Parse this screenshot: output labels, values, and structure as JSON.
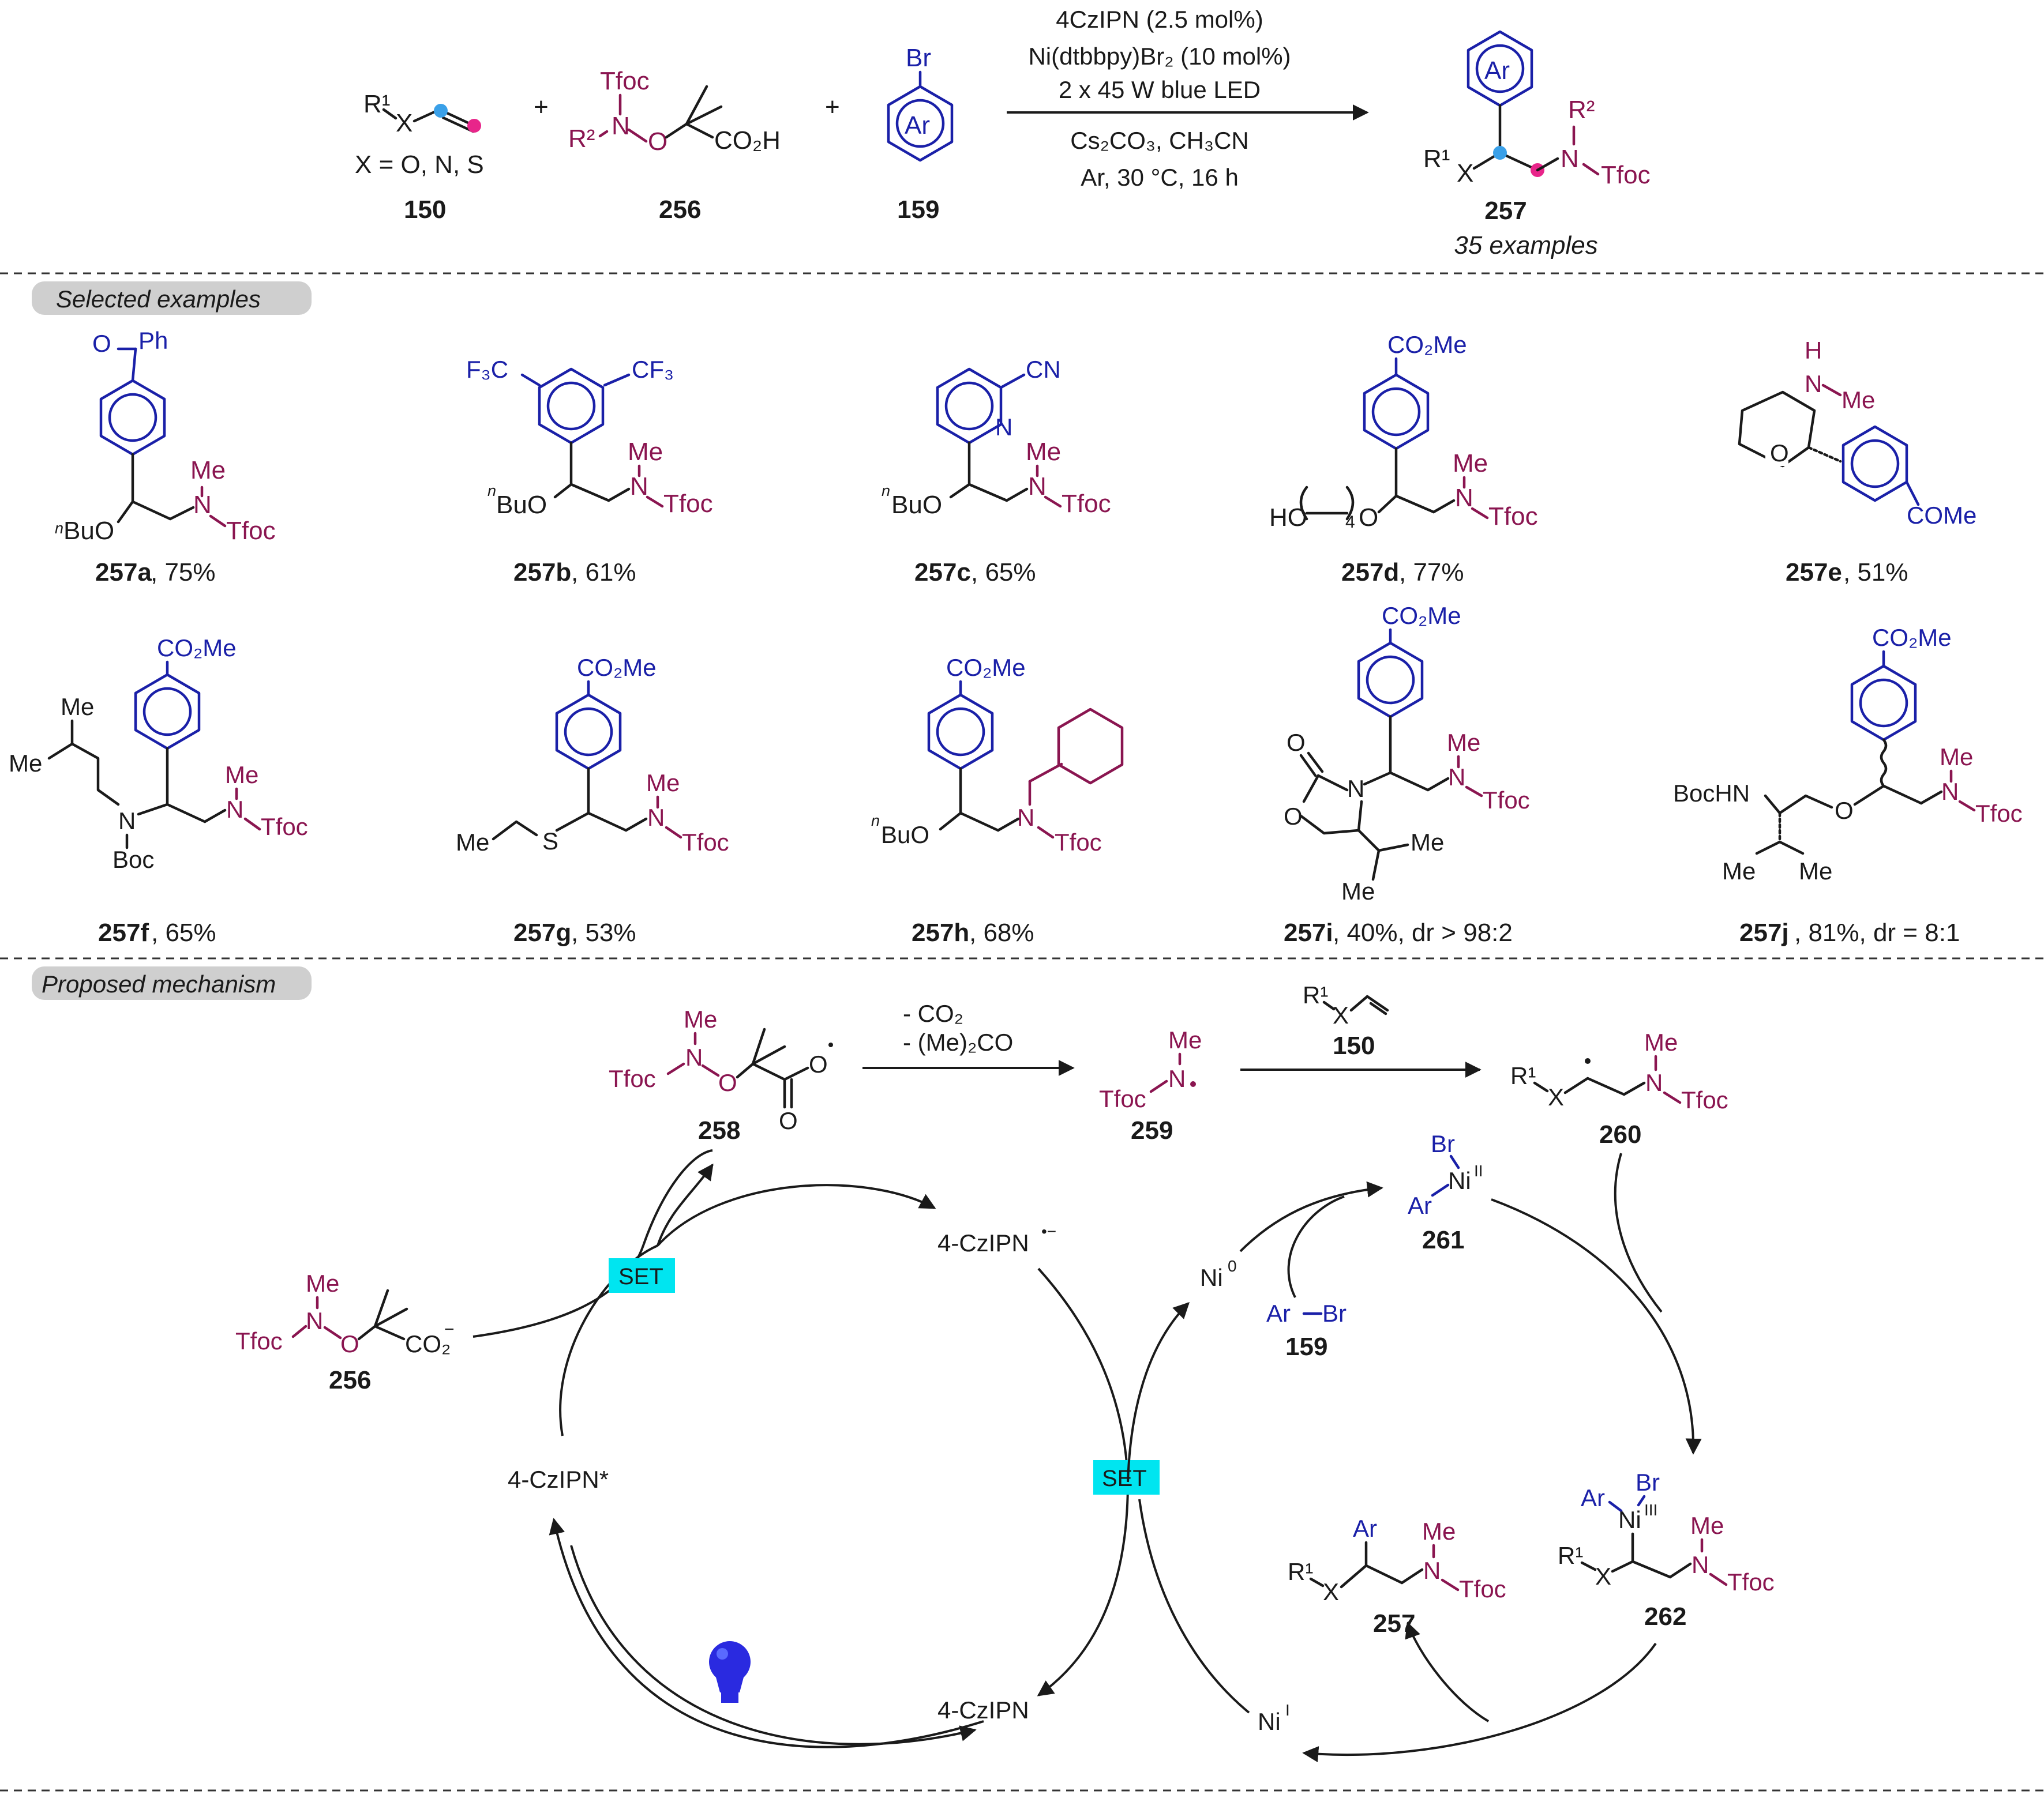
{
  "conditions": {
    "line1": "4CzIPN (2.5 mol%)",
    "line2": "Ni(dtbbpy)Br₂ (10 mol%)",
    "line3": "2 x 45 W blue LED",
    "line4": "Cs₂CO₃, CH₃CN",
    "line5": "Ar, 30 °C, 16 h"
  },
  "reactants": {
    "alkene": {
      "r": "R¹",
      "x": "X",
      "scope": "X = O, N, S",
      "label": "150"
    },
    "acid": {
      "tfoc": "Tfoc",
      "r": "R²",
      "n": "N",
      "o": "O",
      "acid": "CO₂H",
      "label": "256"
    },
    "arbr": {
      "br": "Br",
      "ar": "Ar",
      "label": "159"
    },
    "plus": "+"
  },
  "product": {
    "ar": "Ar",
    "r1": "R¹",
    "x": "X",
    "r2": "R²",
    "n": "N",
    "tfoc": "Tfoc",
    "label": "257",
    "examples": "35 examples"
  },
  "sections": {
    "examples": "Selected examples",
    "mechanism": "Proposed mechanism"
  },
  "examples": [
    {
      "id": "257a",
      "yield": ", 75%",
      "sub": "O",
      "sub2": "Ph",
      "ether": "BuO",
      "pre": "n",
      "me": "Me",
      "n": "N",
      "tfoc": "Tfoc"
    },
    {
      "id": "257b",
      "yield": ", 61%",
      "sub": "F₃C",
      "sub2": "CF₃",
      "ether": "BuO",
      "pre": "n",
      "me": "Me",
      "n": "N",
      "tfoc": "Tfoc"
    },
    {
      "id": "257c",
      "yield": ", 65%",
      "sub": "CN",
      "sub2": "N",
      "ether": "BuO",
      "pre": "n",
      "me": "Me",
      "n": "N",
      "tfoc": "Tfoc"
    },
    {
      "id": "257d",
      "yield": ", 77%",
      "sub": "CO₂Me",
      "ether": "HO",
      "o": "O",
      "sub2": "4",
      "me": "Me",
      "n": "N",
      "tfoc": "Tfoc"
    },
    {
      "id": "257e",
      "yield": ", 51%",
      "h": "H",
      "n": "N",
      "me": "Me",
      "o": "O",
      "sub": "COMe"
    },
    {
      "id": "257f",
      "yield": ", 65%",
      "sub": "CO₂Me",
      "me1": "Me",
      "me2": "Me",
      "n1": "N",
      "boc": "Boc",
      "me": "Me",
      "n": "N",
      "tfoc": "Tfoc"
    },
    {
      "id": "257g",
      "yield": ", 53%",
      "sub": "CO₂Me",
      "s": "S",
      "et": "Me",
      "me": "Me",
      "n": "N",
      "tfoc": "Tfoc"
    },
    {
      "id": "257h",
      "yield": ", 68%",
      "sub": "CO₂Me",
      "ether": "BuO",
      "pre": "n",
      "n": "N",
      "tfoc": "Tfoc"
    },
    {
      "id": "257i",
      "yield": ", 40%, dr > 98:2",
      "sub": "CO₂Me",
      "o1": "O",
      "o2": "O",
      "n1": "N",
      "me1": "Me",
      "me2": "Me",
      "me": "Me",
      "n": "N",
      "tfoc": "Tfoc"
    },
    {
      "id": "257j",
      "yield": ", 81%, dr = 8:1",
      "sub": "CO₂Me",
      "boc": "BocHN",
      "o": "O",
      "me1": "Me",
      "me2": "Me",
      "me": "Me",
      "n": "N",
      "tfoc": "Tfoc"
    }
  ],
  "mechanism": {
    "r258": {
      "me": "Me",
      "tfoc": "Tfoc",
      "n": "N",
      "o1": "O",
      "o2": "O",
      "o3": "O",
      "label": "258"
    },
    "loss1": "- CO₂",
    "loss2": "- (Me)₂CO",
    "r259": {
      "me": "Me",
      "tfoc": "Tfoc",
      "n": "N",
      "label": "259"
    },
    "alkene150": {
      "r": "R¹",
      "x": "X",
      "label": "150"
    },
    "r260": {
      "r": "R¹",
      "x": "X",
      "me": "Me",
      "n": "N",
      "tfoc": "Tfoc",
      "label": "260"
    },
    "r256": {
      "me": "Me",
      "tfoc": "Tfoc",
      "n": "N",
      "o": "O",
      "co2": "CO₂",
      "charge": "−",
      "label": "256"
    },
    "set1": "SET",
    "set2": "SET",
    "cz_radical": "4-CzIPN",
    "cz_radical_sup": "•−",
    "cz_excited": "4-CzIPN*",
    "cz_ground": "4-CzIPN",
    "ni0": "Ni",
    "ni0_sup": "0",
    "ni261": {
      "br": "Br",
      "ar": "Ar",
      "ni": "Ni",
      "ox": "II",
      "label": "261"
    },
    "arbr159": {
      "ar": "Ar",
      "br": "Br",
      "label": "159"
    },
    "ni262": {
      "ar": "Ar",
      "br": "Br",
      "ni": "Ni",
      "ox": "III",
      "r": "R¹",
      "x": "X",
      "me": "Me",
      "n": "N",
      "tfoc": "Tfoc",
      "label": "262"
    },
    "p257": {
      "ar": "Ar",
      "r": "R¹",
      "x": "X",
      "me": "Me",
      "n": "N",
      "tfoc": "Tfoc",
      "label": "257"
    },
    "ni1": "Ni",
    "ni1_sup": "I"
  },
  "colors": {
    "structure": "#1a1a1a",
    "amine": "#8a1550",
    "aryl": "#1a20a8",
    "set_box": "#00e5f0",
    "alkene_dot_1": "#3aa0e8",
    "alkene_dot_2": "#e8258a",
    "header_pill": "#cfcfcf",
    "bulb": "#2a2ae0"
  }
}
